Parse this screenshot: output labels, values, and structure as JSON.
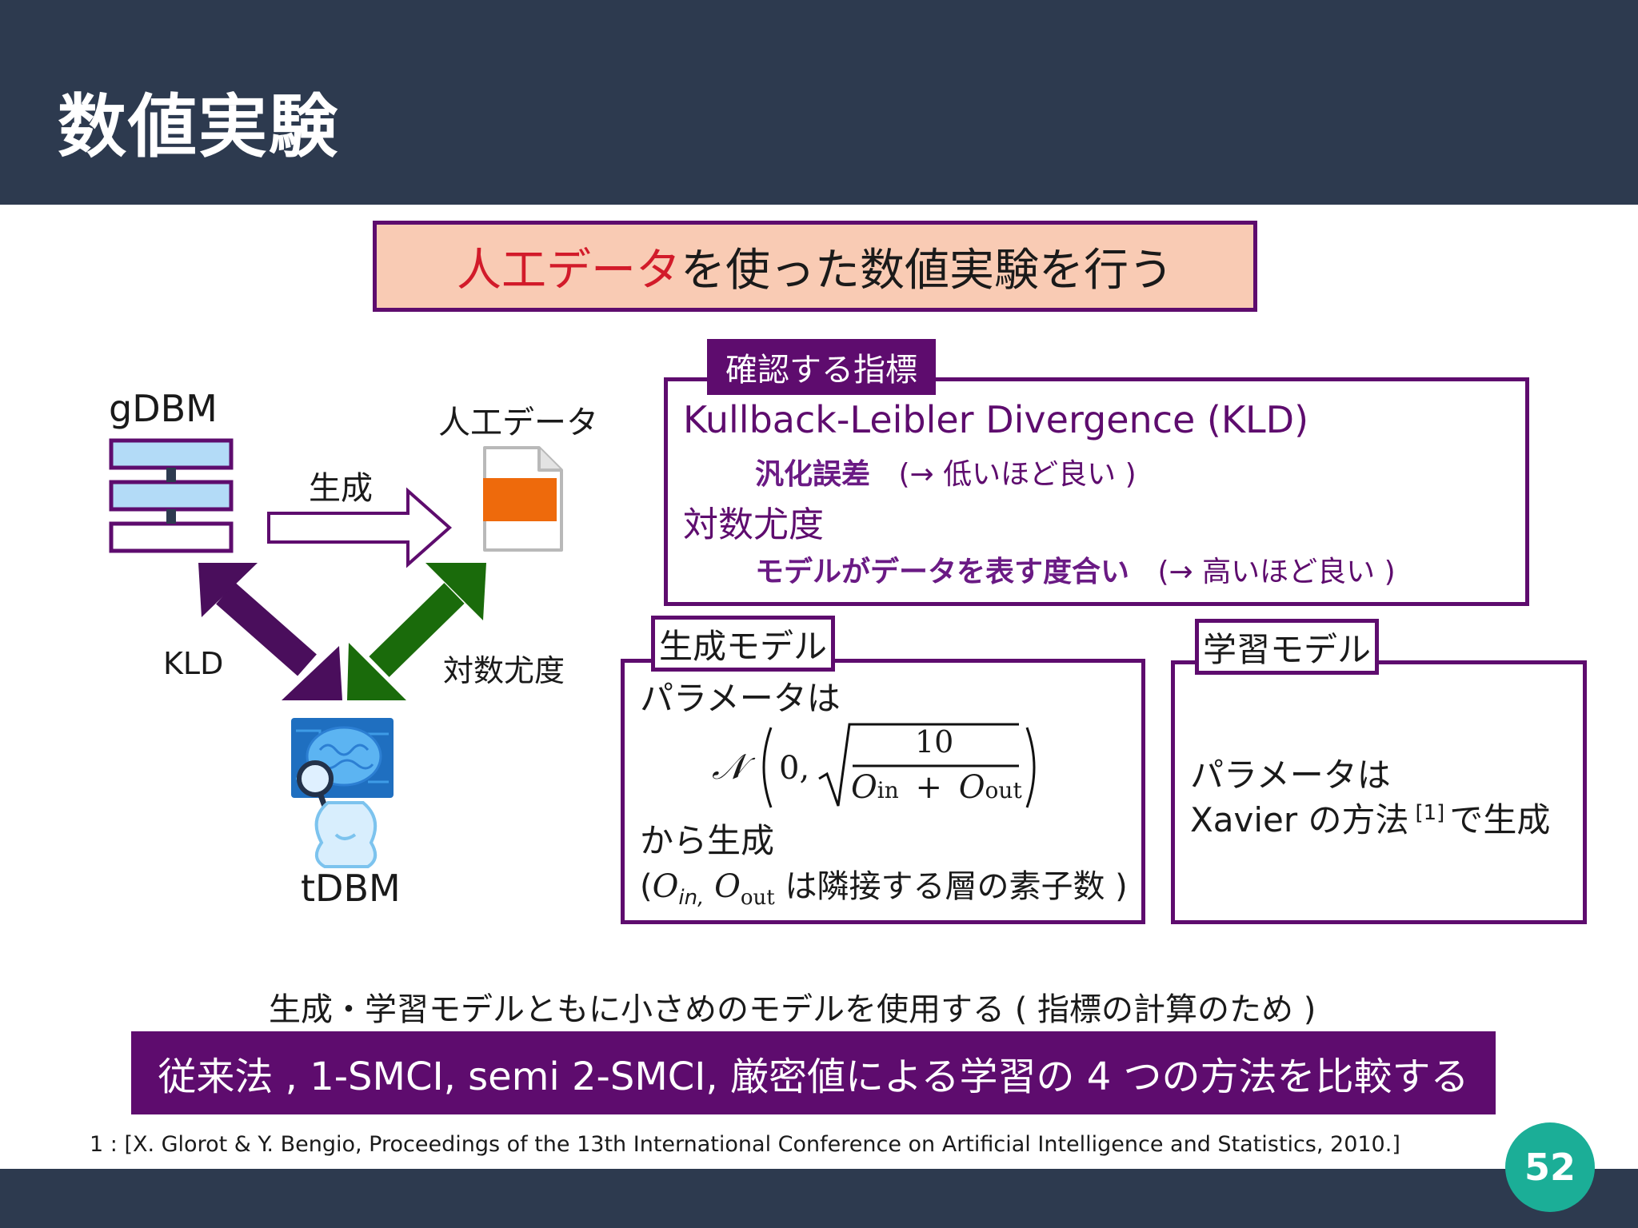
{
  "slide": {
    "title": "数値実験",
    "page_number": "52"
  },
  "banner": {
    "highlight": "人工データ",
    "rest": "を使った数値実験を行う"
  },
  "diagram": {
    "gdbm_label": "gDBM",
    "data_label": "人工データ",
    "generate_label": "生成",
    "kld_label": "KLD",
    "loglik_label": "対数尤度",
    "tdbm_label": "tDBM"
  },
  "metrics": {
    "tab": "確認する指標",
    "kld_title": "Kullback-Leibler Divergence (KLD)",
    "kld_desc": "汎化誤差",
    "kld_note": "(→ 低いほど良い )",
    "loglik_title": "対数尤度",
    "loglik_desc": "モデルがデータを表す度合い",
    "loglik_note": "(→ 高いほど良い )"
  },
  "gen_model": {
    "tab": "生成モデル",
    "line1": "パラメータは",
    "formula_N": "𝒩",
    "formula_zero": "0,",
    "formula_num": "10",
    "formula_O": "O",
    "formula_in": "in",
    "formula_plus": "+",
    "formula_out": "out",
    "line2": "から生成",
    "note_open": "(",
    "note_O": "O",
    "note_in": "in,",
    "note_O2": "O",
    "note_out": "out",
    "note_rest": "は隣接する層の素子数 )"
  },
  "learn_model": {
    "tab": "学習モデル",
    "line1": "パラメータは",
    "line2a": "Xavier の方法",
    "ref": "[1]",
    "line2b": "で生成"
  },
  "note": "生成・学習モデルともに小さめのモデルを使用する ( 指標の計算のため )",
  "compare": "従来法 , 1-SMCI, semi 2-SMCI,  厳密値による学習の 4 つの方法を比較する",
  "reference": "1 : [X. Glorot & Y. Bengio, Proceedings of the 13th International Conference on Artificial Intelligence and Statistics, 2010.]",
  "colors": {
    "header": "#2d3a4f",
    "accent_purple": "#5e0c6e",
    "banner_bg": "#f9cbb4",
    "highlight_red": "#d21b2a",
    "arrow_purple": "#4a0e5c",
    "arrow_green": "#1a6b0b",
    "badge": "#1bae97"
  }
}
